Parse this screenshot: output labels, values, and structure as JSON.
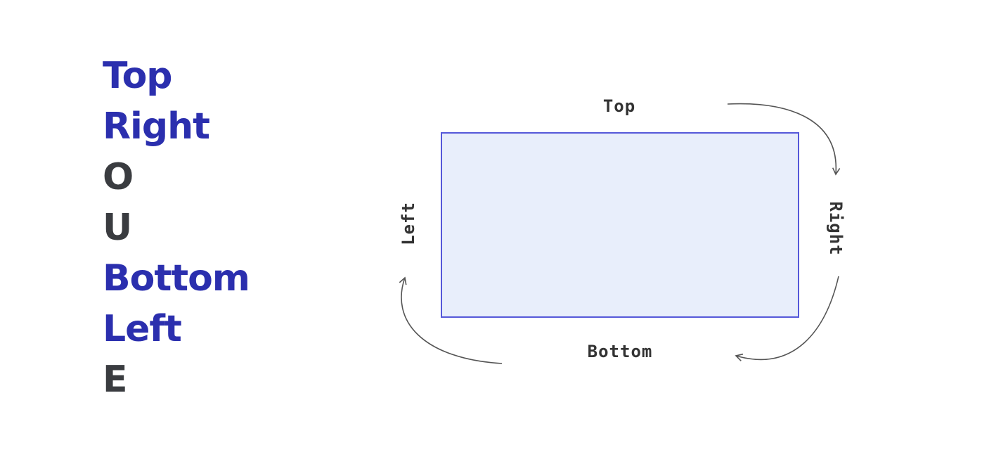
{
  "mnemonic": {
    "items": [
      {
        "text": "Top",
        "color": "#2b2fae"
      },
      {
        "text": "Right",
        "color": "#2b2fae"
      },
      {
        "text": "O",
        "color": "#3a3c40"
      },
      {
        "text": "U",
        "color": "#3a3c40"
      },
      {
        "text": "Bottom",
        "color": "#2b2fae"
      },
      {
        "text": "Left",
        "color": "#2b2fae"
      },
      {
        "text": "E",
        "color": "#3a3c40"
      }
    ]
  },
  "diagram": {
    "box_fill": "#e8eefb",
    "box_stroke": "#5558d9",
    "labels": {
      "top": "Top",
      "right": "Right",
      "bottom": "Bottom",
      "left": "Left"
    }
  }
}
